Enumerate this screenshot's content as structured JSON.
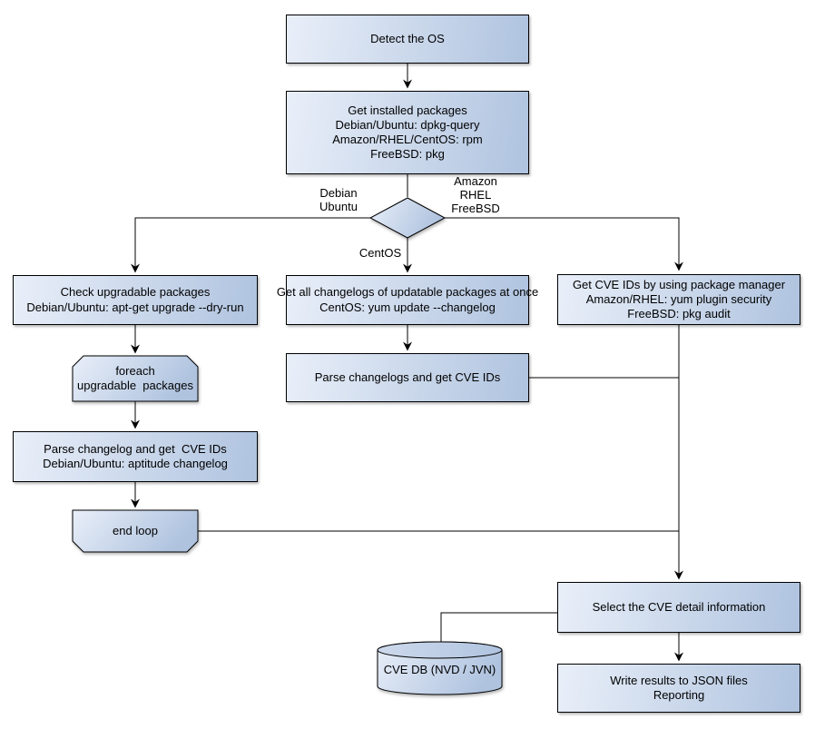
{
  "diagram": {
    "colors": {
      "node_fill_light": "#e9eff9",
      "node_fill_dark": "#afc3df",
      "border": "#000000",
      "connector": "#000000",
      "background": "#ffffff"
    },
    "nodes": {
      "detect_os": {
        "label": "Detect the OS"
      },
      "get_installed_packages": {
        "label": "Get installed packages\nDebian/Ubuntu: dpkg-query\nAmazon/RHEL/CentOS: rpm\nFreeBSD: pkg"
      },
      "check_upgradable": {
        "label": "Check upgradable packages\nDebian/Ubuntu: apt-get upgrade --dry-run"
      },
      "foreach_loop": {
        "label": "foreach\nupgradable  packages"
      },
      "parse_changelog_deb": {
        "label": "Parse changelog and get  CVE IDs\nDebian/Ubuntu: aptitude changelog"
      },
      "end_loop": {
        "label": "end loop"
      },
      "get_all_changelogs": {
        "label": "Get all changelogs of updatable packages at once\nCentOS: yum update --changelog"
      },
      "parse_changelogs": {
        "label": "Parse changelogs and get CVE IDs"
      },
      "get_cve_ids_pkg_mgr": {
        "label": "Get CVE IDs by using package manager\nAmazon/RHEL: yum plugin security\nFreeBSD: pkg audit"
      },
      "select_cve_detail": {
        "label": "Select the CVE detail information"
      },
      "write_results": {
        "label": "Write results to JSON files\nReporting"
      },
      "cve_db": {
        "label": "CVE DB (NVD / JVN)"
      }
    },
    "edge_labels": {
      "debian_ubuntu": "Debian\nUbuntu",
      "amazon_rhel_freebsd": "Amazon\nRHEL\nFreeBSD",
      "centos": "CentOS"
    }
  }
}
